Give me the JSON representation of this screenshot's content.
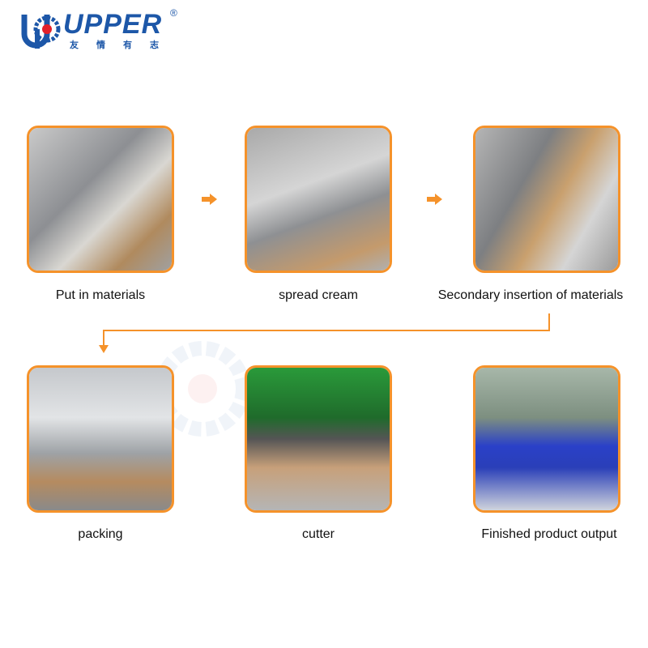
{
  "logo": {
    "text": "UPPER",
    "cn": "友情有志",
    "reg": "®"
  },
  "steps": [
    {
      "label": "Put in materials"
    },
    {
      "label": "spread cream"
    },
    {
      "label": "Secondary insertion of materials"
    },
    {
      "label": "packing"
    },
    {
      "label": "cutter"
    },
    {
      "label": "Finished product output"
    }
  ],
  "colors": {
    "accent": "#f5922a",
    "brand": "#1d57a8"
  }
}
